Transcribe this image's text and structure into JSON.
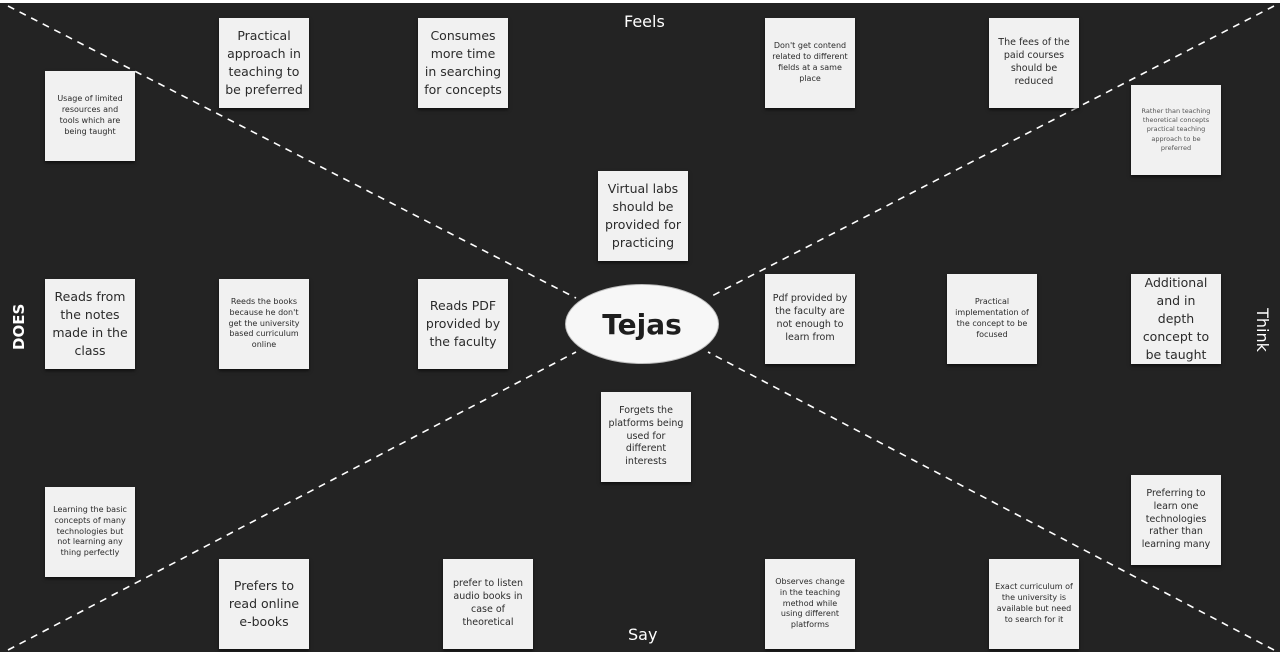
{
  "quadrants": {
    "top": "Feels",
    "bottom": "Say",
    "left": "DOES",
    "right": "Think"
  },
  "persona": "Tejas",
  "notes": [
    {
      "text": "Usage of limited resources and tools which are being taught",
      "size": "sm"
    },
    {
      "text": "Practical approach in teaching to be preferred",
      "size": "lg"
    },
    {
      "text": "Consumes more time in searching for concepts",
      "size": "lg"
    },
    {
      "text": "Don't get contend related to different fields at a same place",
      "size": "sm"
    },
    {
      "text": "The fees of the paid courses should be reduced",
      "size": "md"
    },
    {
      "text": "Rather than teaching theoretical concepts practical teaching approach to be preferred",
      "size": "xs"
    },
    {
      "text": "Virtual labs should be provided for practicing",
      "size": "lg"
    },
    {
      "text": "Reads from the notes made in the class",
      "size": "lg"
    },
    {
      "text": "Reeds the books because he don't get the university based curriculum online",
      "size": "sm"
    },
    {
      "text": "Reads PDF provided by the faculty",
      "size": "lg"
    },
    {
      "text": "Pdf provided by the faculty are not enough to learn from",
      "size": "md"
    },
    {
      "text": "Practical implementation of the concept to be focused",
      "size": "sm"
    },
    {
      "text": "Additional and in depth concept to be taught",
      "size": "lg"
    },
    {
      "text": "Forgets the platforms being used for different interests",
      "size": "md"
    },
    {
      "text": "Learning the basic concepts of many technologies but not learning any thing perfectly",
      "size": "sm"
    },
    {
      "text": "Preferring to learn one technologies rather than learning many",
      "size": "md"
    },
    {
      "text": "Prefers to read online e-books",
      "size": "lg"
    },
    {
      "text": "prefer to listen audio books in case of theoretical",
      "size": "md"
    },
    {
      "text": "Observes change in the teaching method while using different platforms",
      "size": "sm"
    },
    {
      "text": "Exact curriculum of the university is available but need to search for it",
      "size": "sm"
    }
  ]
}
